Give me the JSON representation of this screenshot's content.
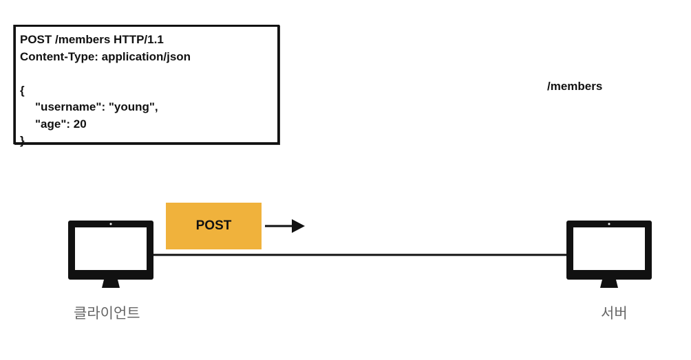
{
  "request": {
    "line1": "POST /members HTTP/1.1",
    "line2": "Content-Type: application/json",
    "line3": "",
    "line4": "{",
    "line5": "\"username\": \"young\",",
    "line6": "\"age\": 20",
    "line7": "}"
  },
  "path_label": "/members",
  "method_label": "POST",
  "client_label": "클라이언트",
  "server_label": "서버",
  "icons": {
    "client": "monitor-icon",
    "server": "monitor-icon",
    "arrow": "arrow-right-icon"
  },
  "colors": {
    "method_badge": "#f0b23c",
    "label_gray": "#666666",
    "ink": "#111111"
  }
}
